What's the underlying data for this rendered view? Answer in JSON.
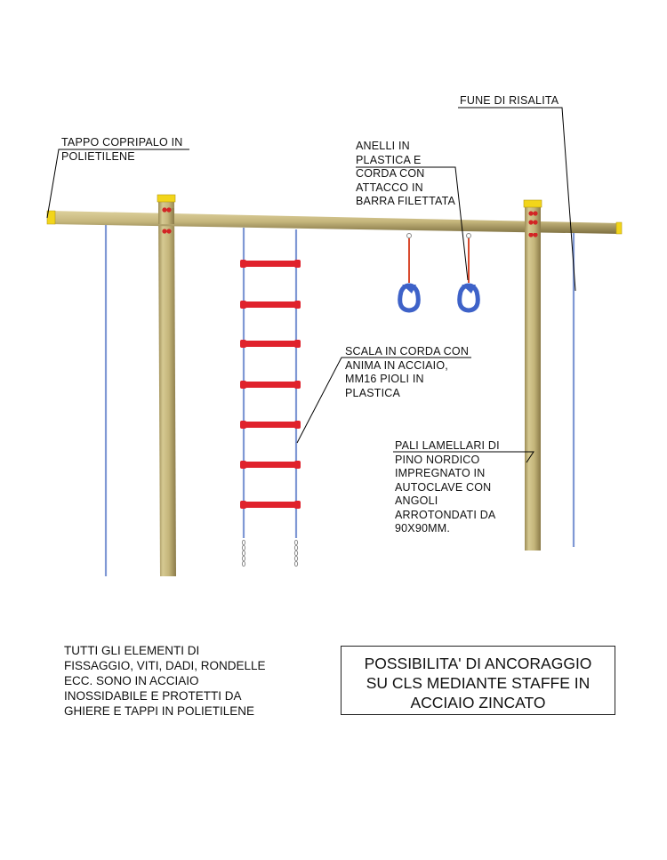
{
  "labels": {
    "tappo": [
      "TAPPO COPRIPALO IN",
      "POLIETILENE"
    ],
    "fune": [
      "FUNE DI RISALITA"
    ],
    "anelli": [
      "ANELLI IN",
      "PLASTICA E",
      "CORDA CON",
      "ATTACCO IN",
      "BARRA FILETTATA"
    ],
    "scala": [
      "SCALA IN CORDA CON",
      "ANIMA IN ACCIAIO,",
      "MM16 PIOLI IN",
      "PLASTICA"
    ],
    "pali": [
      "PALI LAMELLARI DI",
      "PINO NORDICO",
      "IMPREGNATO IN",
      "AUTOCLAVE CON",
      "ANGOLI",
      "ARROTONDATI DA",
      "90X90MM."
    ]
  },
  "notes": {
    "fixing": [
      "TUTTI GLI ELEMENTI DI",
      "FISSAGGIO, VITI, DADI, RONDELLE",
      "ECC. SONO IN ACCIAIO",
      "INOSSIDABILE E PROTETTI DA",
      "GHIERE E TAPPI IN POLIETILENE"
    ],
    "anchoring": [
      "POSSIBILITA' DI ANCORAGGIO",
      "SU CLS MEDIANTE STAFFE IN",
      "ACCIAIO ZINCATO"
    ]
  },
  "colors": {
    "wood_light": "#cdbf86",
    "wood_dark": "#8a7a48",
    "cap_yellow": "#f2d51a",
    "bolt_red": "#d22525",
    "rope_blue": "#7f98d4",
    "rung_red": "#e0222c",
    "ring_blue": "#3e62c8",
    "ring_rope": "#d84a2e",
    "leader": "#000000"
  }
}
